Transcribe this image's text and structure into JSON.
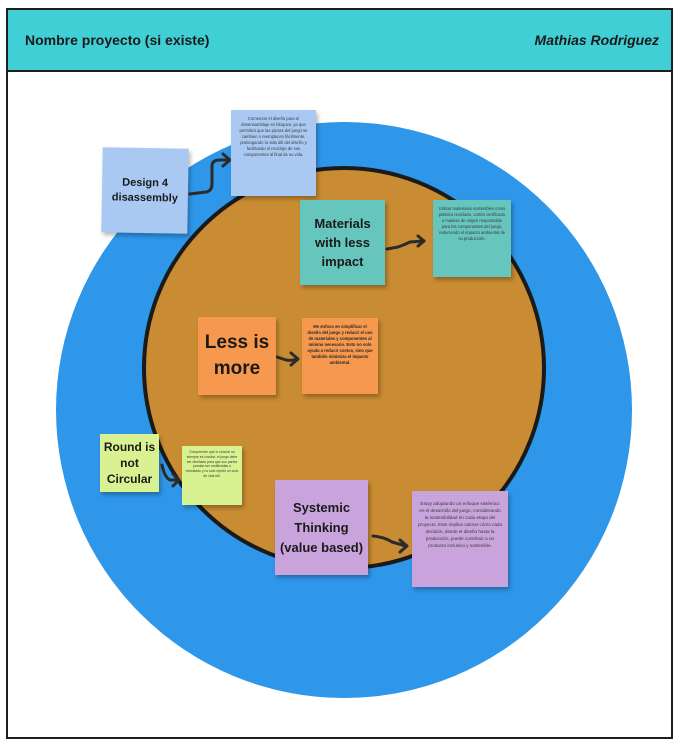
{
  "header": {
    "title": "Nombre proyecto (si existe)",
    "author": "Mathias Rodriguez"
  },
  "colors": {
    "header_bg": "#41cfd6",
    "outer_ring": "#2f97ea",
    "inner_circle": "#c98c32",
    "note_blue": "#a9c9f3",
    "note_teal": "#66c6bd",
    "note_orange": "#f6984d",
    "note_green": "#d8f292",
    "note_purple": "#c9a3dc"
  },
  "notes": {
    "design4disassembly": {
      "label": "Design 4 disassembly",
      "detail": "Comenzar el diseño para el desensamblaje en bloques, ya que permitirá que las piezas del juego se cambien o reemplacen fácilmente, prolongando la vida útil del diseño y facilitando el reciclaje de sus componentes al final de su vida."
    },
    "materials": {
      "label": "Materials with less impact",
      "detail": "Utilizar materiales sostenibles como plástico reciclado, cartón certificado o madera de origen responsable para los componentes del juego, reduciendo el impacto ambiental de su producción."
    },
    "lessismore": {
      "label": "Less is more",
      "detail": "Me enfoco en simplificar el diseño del juego y reducir el uso de materiales y componentes al mínimo necesario. Esto no solo ayuda a reducir costos, sino que también minimiza el impacto ambiental."
    },
    "round": {
      "label": "Round is not Circular",
      "detail": "Comprender que lo circular no siempre es circular, el juego debe ser diseñado para que sus partes puedan ser reutilizadas o recicladas y no solo repetir un ciclo de vida útil."
    },
    "systemic": {
      "label": "Systemic Thinking (value based)",
      "detail": "Estoy adoptando un enfoque sistémico en el desarrollo del juego, considerando la sostenibilidad en cada etapa del proyecto. Esto implica valorar cómo cada decisión, desde el diseño hasta la producción, puede contribuir a un producto inclusivo y sostenible."
    }
  }
}
